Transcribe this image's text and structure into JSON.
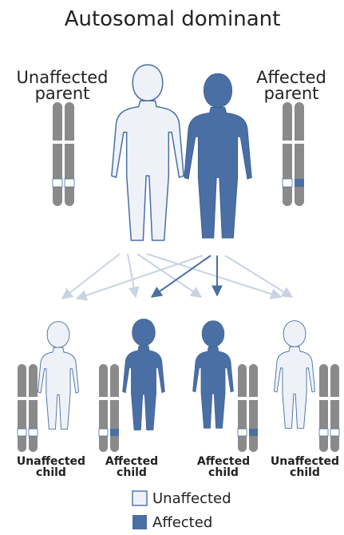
{
  "title": "Autosomal dominant",
  "parents": {
    "left": {
      "label_line1": "Unaffected",
      "label_line2": "parent",
      "status": "unaffected"
    },
    "right": {
      "label_line1": "Affected",
      "label_line2": "parent",
      "status": "affected"
    }
  },
  "children": [
    {
      "label_line1": "Unaffected",
      "label_line2": "child",
      "status": "unaffected"
    },
    {
      "label_line1": "Affected",
      "label_line2": "child",
      "status": "affected"
    },
    {
      "label_line1": "Affected",
      "label_line2": "child",
      "status": "affected"
    },
    {
      "label_line1": "Unaffected",
      "label_line2": "child",
      "status": "unaffected"
    }
  ],
  "legend": {
    "unaffected": "Unaffected",
    "affected": "Affected"
  },
  "colors": {
    "affected": "#4a6fa5",
    "unaffected_fill": "#eef2f8",
    "unaffected_stroke": "#4a6fa5",
    "chromosome": "#8a8a8a",
    "arrow_light": "#c9d3e3",
    "arrow_dark": "#4a6fa5"
  }
}
